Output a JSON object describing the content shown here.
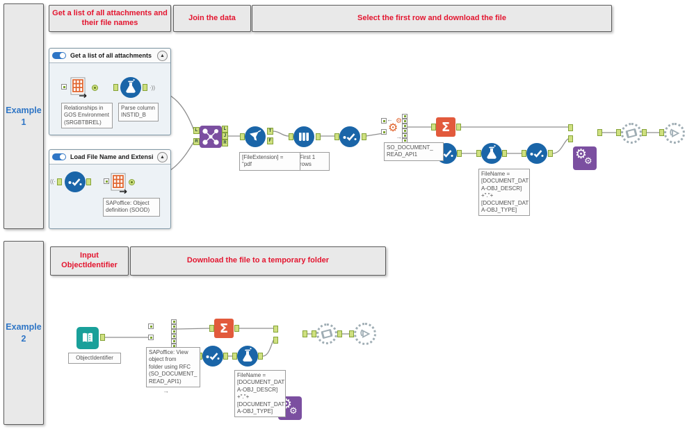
{
  "example1": {
    "label": "Example 1",
    "comment_attachments": "Get a list of all attachments and their file names",
    "comment_join": "Join the data",
    "comment_select": "Select the first row and download the file",
    "container1_title": "Get a list of all attachments",
    "container2_title": "Load File Name and Extension",
    "ann_input": "Relationships in\nGOS Environment\n(SRGBTBREL)",
    "ann_parse": "Parse column\nINSTID_B",
    "ann_sood": "SAPoffice: Object\ndefinition (SOOD)",
    "ann_filter": "[FileExtension] =\n\"pdf",
    "ann_sample": "First 1 rows",
    "ann_sap": "SO_DOCUMENT_\nREAD_API1",
    "ann_filename": "FileName =\n[DOCUMENT_DAT\nA-OBJ_DESCR]\n+\".\"+\n[DOCUMENT_DAT\nA-OBJ_TYPE]"
  },
  "example2": {
    "label": "Example 2",
    "comment_input": "Input ObjectIdentifier",
    "comment_download": "Download the file to a temporary folder",
    "ann_object": "ObjectIdentifier",
    "ann_sap": "SAPoffice: View\nobject from\nfolder using RFC\n(SO_DOCUMENT_\nREAD_API1)",
    "ann_filename": "FileName =\n[DOCUMENT_DAT\nA-OBJ_DESCR]\n+\".\"+\n[DOCUMENT_DAT\nA-OBJ_TYPE]"
  },
  "anchors": {
    "L": "L",
    "R": "R",
    "J": "J",
    "T": "T",
    "F": "F"
  },
  "glyphs": {
    "sigma": "Σ",
    "gear": "⚙",
    "arrow_left": "←",
    "arrow_right": "→",
    "wireless_out": "·))",
    "wireless_in": "((·",
    "collapse_up": "▲"
  },
  "colors": {
    "comment_text": "#e3152f",
    "example_text": "#2e75c5",
    "tool_blue": "#1a65a8",
    "tool_purple": "#7b4fa0",
    "tool_orange": "#e25a3c",
    "tool_teal": "#19a09a",
    "anchor_green": "#cfe080",
    "macro_gray": "#9fadb4",
    "wire_gray": "#8f8f8f"
  }
}
